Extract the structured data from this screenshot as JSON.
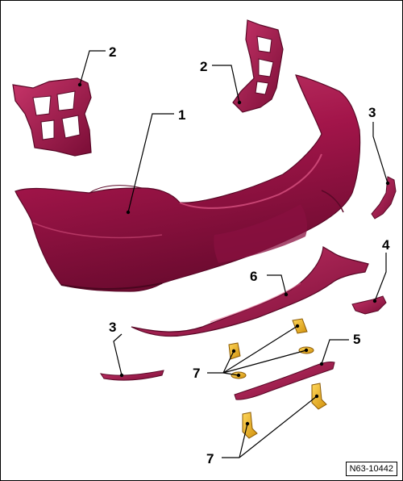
{
  "colors": {
    "part_base": "#a3154a",
    "part_dark": "#6d0b30",
    "part_light": "#d44f7e",
    "fastener": "#f2b51d",
    "fastener_dark": "#c98a0c"
  },
  "callouts": {
    "c1": "1",
    "c2_left": "2",
    "c2_right": "2",
    "c3_right": "3",
    "c3_left": "3",
    "c4": "4",
    "c5": "5",
    "c6": "6",
    "c7_upper": "7",
    "c7_lower": "7"
  },
  "reference_code": "N63-10442"
}
